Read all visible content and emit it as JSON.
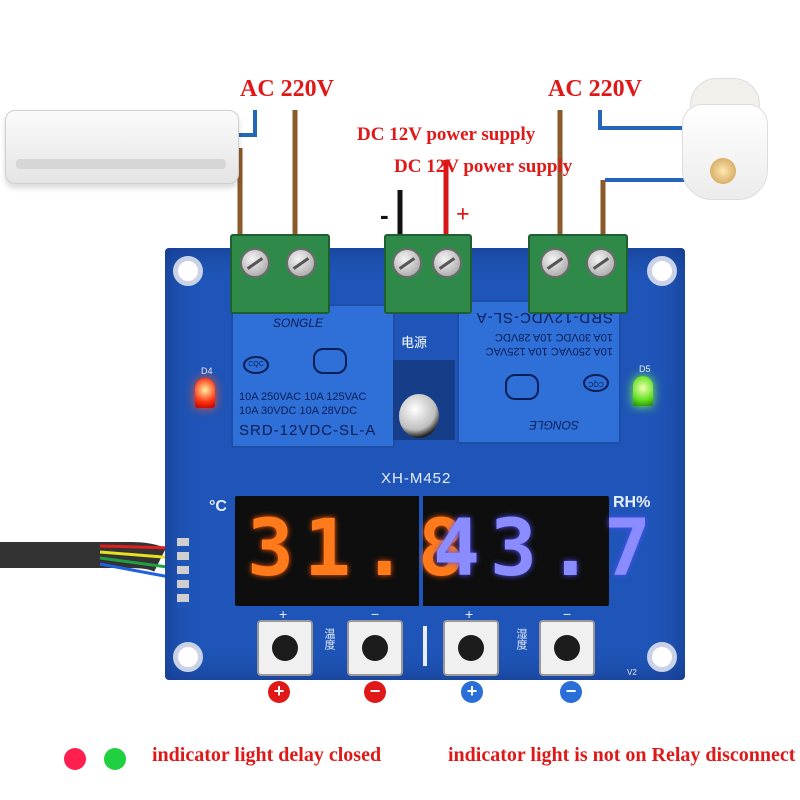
{
  "labels": {
    "ac_left": "AC 220V",
    "ac_right": "AC 220V",
    "dc_line1": "DC 12V power supply",
    "dc_line2": "DC 12V power supply",
    "minus": "-",
    "plus": "+",
    "legend_left": "indicator light delay closed",
    "legend_right": "indicator light is not on Relay disconnect"
  },
  "board": {
    "model": "XH-M452",
    "power_label": "电源",
    "led_left": "D4",
    "led_right": "D5",
    "temp_unit": "°C",
    "humidity_unit": "RH%",
    "temperature_reading": "31.8",
    "humidity_reading": "43.7",
    "btn_temp_label": "温度",
    "btn_hum_label": "湿度",
    "plus_mark": "+",
    "minus_mark": "−",
    "version": "V2"
  },
  "relay_left": {
    "brand": "SONGLE",
    "spec1": "10A 250VAC  10A 125VAC",
    "spec2": "10A  30VDC  10A  28VDC",
    "model": "SRD-12VDC-SL-A"
  },
  "relay_right": {
    "brand": "SONGLE",
    "spec1": "10A 250VAC  10A 125VAC",
    "spec2": "10A  30VDC  10A  28VDC",
    "model": "SRD-12VDC-SL-A"
  },
  "buttons": {
    "b1": "+",
    "b2": "−",
    "b3": "+",
    "b4": "−"
  },
  "colors": {
    "pcb": "#1f55b8",
    "temp_digits": "#ff7a1a",
    "hum_digits": "#8a8cff",
    "red": "#e01818",
    "blue": "#2a6fd8"
  }
}
